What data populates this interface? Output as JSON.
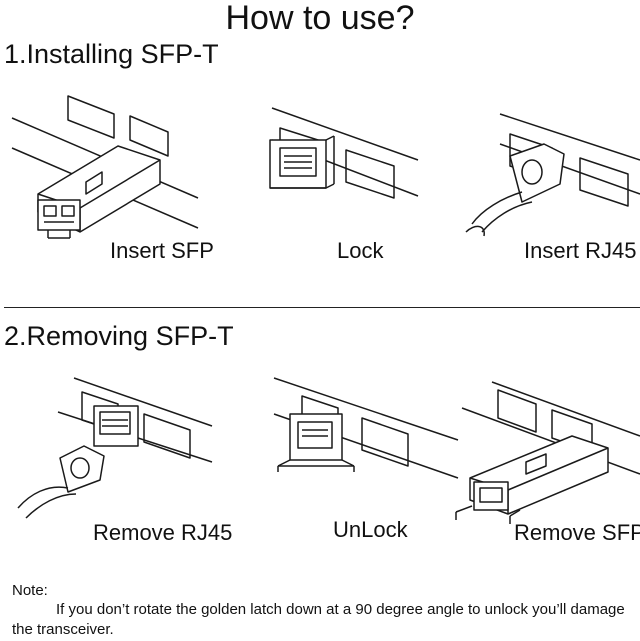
{
  "title": "How to use?",
  "sections": [
    {
      "heading": "1.Installing SFP-T",
      "steps": [
        {
          "label": "Insert SFP",
          "icon": "insert-sfp-illustration"
        },
        {
          "label": "Lock",
          "icon": "lock-illustration"
        },
        {
          "label": "Insert RJ45",
          "icon": "insert-rj45-illustration"
        }
      ]
    },
    {
      "heading": "2.Removing SFP-T",
      "steps": [
        {
          "label": "Remove RJ45",
          "icon": "remove-rj45-illustration"
        },
        {
          "label": "UnLock",
          "icon": "unlock-illustration"
        },
        {
          "label": "Remove SFP",
          "icon": "remove-sfp-illustration"
        }
      ]
    }
  ],
  "note": {
    "label": "Note:",
    "text": "If you don’t rotate the golden latch down at a 90 degree angle to unlock you’ll damage the transceiver."
  },
  "colors": {
    "line": "#1a1a1a",
    "background": "#ffffff"
  }
}
